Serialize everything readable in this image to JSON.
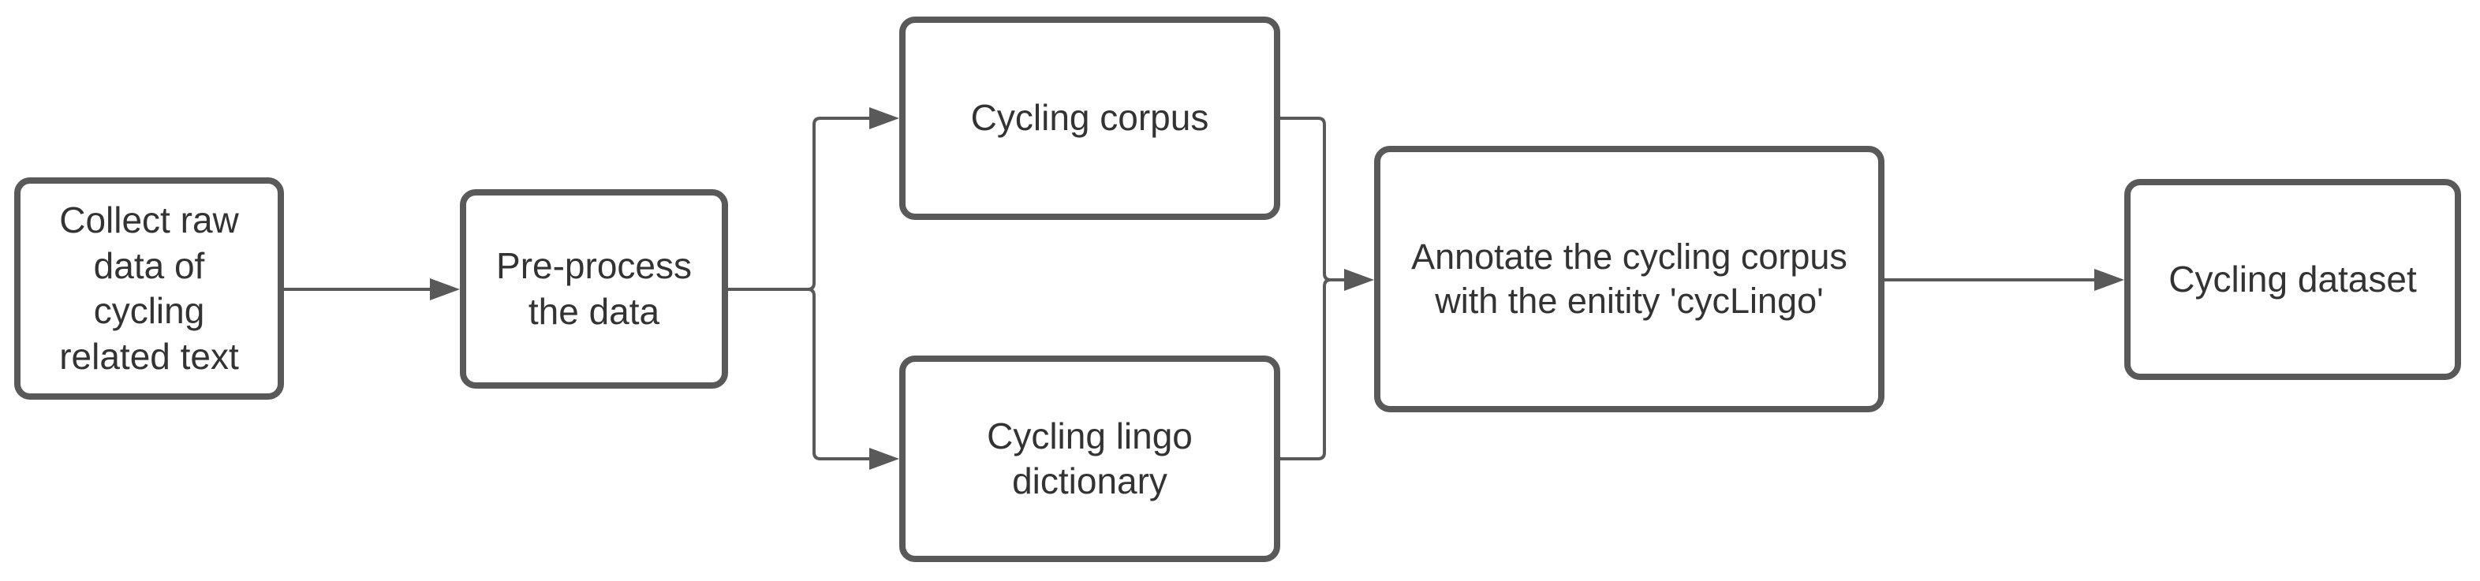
{
  "colors": {
    "stroke": "#595959",
    "text": "#333333",
    "fill": "#ffffff",
    "background": "#ffffff"
  },
  "diagram_type": "flowchart",
  "nodes": {
    "collect": {
      "lines": [
        "Collect raw",
        "data of",
        "cycling",
        "related text"
      ]
    },
    "preprocess": {
      "lines": [
        "Pre-process",
        "the data"
      ]
    },
    "corpus": {
      "lines": [
        "Cycling corpus"
      ]
    },
    "dictionary": {
      "lines": [
        "Cycling lingo",
        "dictionary"
      ]
    },
    "annotate": {
      "lines": [
        "Annotate the cycling corpus",
        "with the enitity 'cycLingo'"
      ]
    },
    "dataset": {
      "lines": [
        "Cycling dataset"
      ]
    }
  },
  "edges": [
    {
      "from": "collect",
      "to": "preprocess"
    },
    {
      "from": "preprocess",
      "to": "corpus"
    },
    {
      "from": "preprocess",
      "to": "dictionary"
    },
    {
      "from": "corpus",
      "to": "annotate"
    },
    {
      "from": "dictionary",
      "to": "annotate"
    },
    {
      "from": "annotate",
      "to": "dataset"
    }
  ]
}
